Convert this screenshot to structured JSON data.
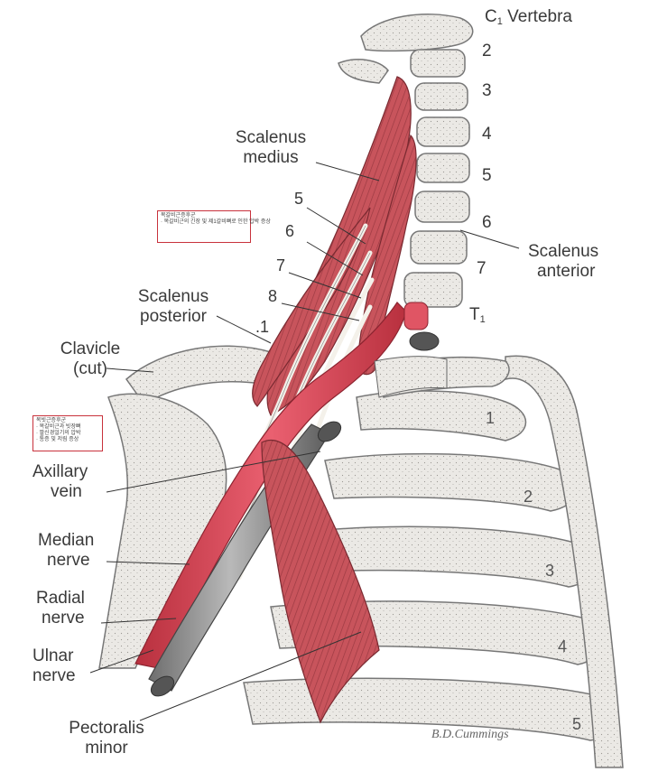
{
  "labels": {
    "c1_prefix": "C",
    "c1_sub": "1",
    "c1_suffix": "Vertebra",
    "scalenus_medius_1": "Scalenus",
    "scalenus_medius_2": "medius",
    "scalenus_anterior_1": "Scalenus",
    "scalenus_anterior_2": "anterior",
    "scalenus_posterior_1": "Scalenus",
    "scalenus_posterior_2": "posterior",
    "clavicle_1": "Clavicle",
    "clavicle_2": "(cut)",
    "axillary_1": "Axillary",
    "axillary_2": "vein",
    "median_1": "Median",
    "median_2": "nerve",
    "radial_1": "Radial",
    "radial_2": "nerve",
    "ulnar_1": "Ulnar",
    "ulnar_2": "nerve",
    "pectoralis_1": "Pectoralis",
    "pectoralis_2": "minor",
    "t1_prefix": "T",
    "t1_sub": "1"
  },
  "vertebra_numbers": [
    "2",
    "3",
    "4",
    "5",
    "6",
    "7"
  ],
  "nerve_levels": [
    "5",
    "6",
    "7",
    "8",
    ".1"
  ],
  "rib_numbers": [
    "1",
    "2",
    "3",
    "4",
    "5"
  ],
  "signature": "B.D.Cummings",
  "notes": {
    "upper": [
      "목갈비근증후군",
      "· 목갈비근의 긴장 및 제1갈비뼈로 인한 압박 증상"
    ],
    "lower": [
      "목빗근증후군",
      "· 목갈비근과 빗장뼈",
      "· 팔신경얼기의 압박",
      "· 통증 및 저림 증상"
    ]
  },
  "colors": {
    "muscle": "#c8545c",
    "muscle_dark": "#8f2f37",
    "artery": "#e05564",
    "vein": "#9a9a9a",
    "bone": "#e8e6e2",
    "note_border": "#c8323c"
  }
}
